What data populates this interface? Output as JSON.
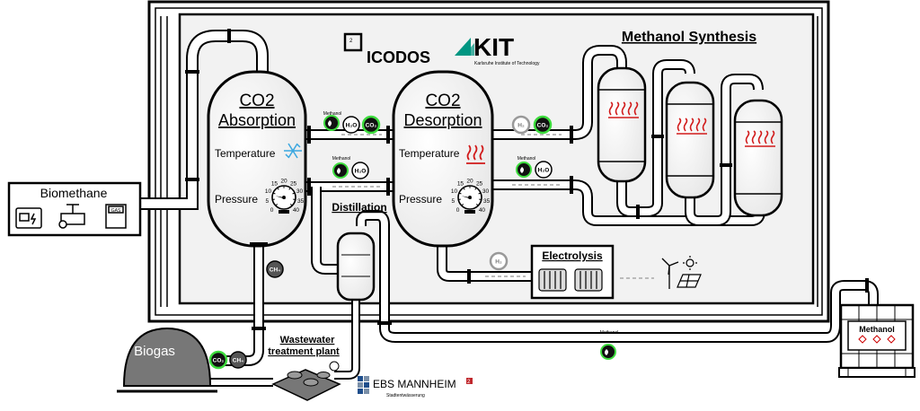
{
  "logos": {
    "icodos": "ICODOS",
    "icodos_sup": "2",
    "kit": "KIT",
    "kit_sub": "Karlsruhe Institute of Technology",
    "ebs_main": "EBS MANNHEIM",
    "ebs_sup": "2",
    "ebs_sub": "Stadtentwässerung"
  },
  "titles": {
    "methanol_synthesis": "Methanol Synthesis",
    "distillation": "Distillation",
    "electrolysis": "Electrolysis",
    "biomethane": "Biomethane",
    "biogas": "Biogas",
    "wastewater_1": "Wastewater",
    "wastewater_2": "treatment plant",
    "methanol_tank": "Methanol"
  },
  "absorption": {
    "title_1": "CO2",
    "title_2": "Absorption",
    "temperature": "Temperature",
    "pressure": "Pressure"
  },
  "desorption": {
    "title_1": "CO2",
    "title_2": "Desorption",
    "temperature": "Temperature",
    "pressure": "Pressure"
  },
  "gauge_ticks": [
    "0",
    "5",
    "10",
    "15",
    "20",
    "25",
    "30",
    "35",
    "40"
  ],
  "flow_labels": {
    "methanol_top": "Methanol",
    "methanol_mid": "Methanol",
    "methanol_right": "Methanol",
    "methanol_bottom": "Methanol"
  },
  "badges": {
    "h2o": "H₂O",
    "co2": "CO₂",
    "h2": "H₂",
    "ch4": "CH₄"
  },
  "colors": {
    "co2_ring": "#3ddc3d",
    "heat": "#d11a1a",
    "cold": "#3aa7e0",
    "panel": "#f2f2f2",
    "ink": "#000000"
  }
}
